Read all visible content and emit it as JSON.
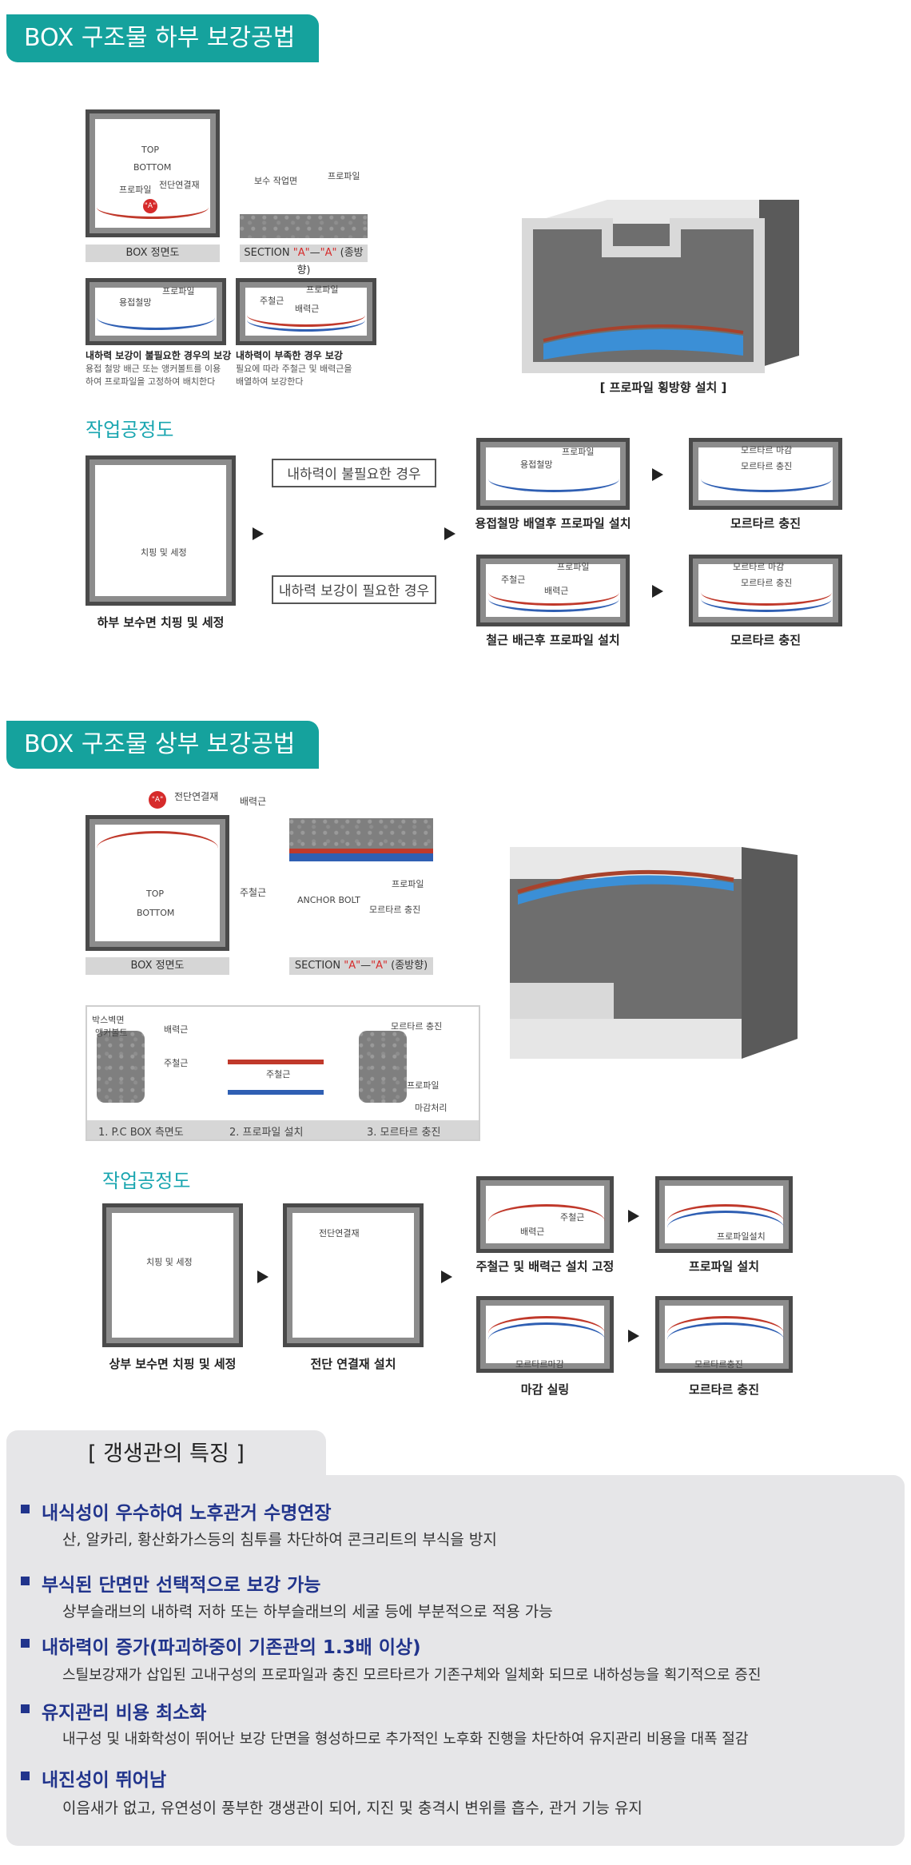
{
  "lower": {
    "title": "BOX 구조물 하부 보강공법",
    "front_label": "BOX 정면도",
    "front_top": "TOP",
    "front_bottom": "BOTTOM",
    "front_profile": "프로파일",
    "front_shear": "전단연결재",
    "marker_a": "\"A\"",
    "section_label_prefix": "SECTION",
    "section_label_suffix": "(종방향)",
    "section_repair": "보수 작업면",
    "section_profile": "프로파일",
    "case1_weld": "용접철망",
    "case1_profile": "프로파일",
    "case1_caption_title": "내하력 보강이 불필요한 경우의 보강",
    "case1_caption_l1": "용접 철망 배근 또는 앵커볼트를 이용",
    "case1_caption_l2": "하여 프로파일을 고정하여 배치한다",
    "case2_main": "주철근",
    "case2_dist": "배력근",
    "case2_profile": "프로파일",
    "case2_caption_title": "내하력이 부족한 경우 보강",
    "case2_caption_l1": "필요에 따라 주철근 및 배력근을",
    "case2_caption_l2": "배열하여 보강한다",
    "iso_caption": "[ 프로파일 횡방향 설치 ]",
    "process_title": "작업공정도",
    "step1_note": "치핑 및 세정",
    "step1_caption": "하부 보수면 치핑 및 세정",
    "case_a": "내하력이 불필요한 경우",
    "case_b": "내하력 보강이 필요한 경우",
    "a1_weld": "용접철망",
    "a1_profile": "프로파일",
    "a1_caption": "용접철망 배열후 프로파일 설치",
    "a2_finish": "모르타르 마감",
    "a2_fill": "모르타르 충진",
    "a2_caption": "모르타르 충진",
    "b1_main": "주철근",
    "b1_dist": "배력근",
    "b1_profile": "프로파일",
    "b1_caption": "철근 배근후 프로파일 설치",
    "b2_finish": "모르타르 마감",
    "b2_fill": "모르타르 충진",
    "b2_caption": "모르타르 충진"
  },
  "upper": {
    "title": "BOX 구조물 상부 보강공법",
    "front_label": "BOX 정면도",
    "front_top": "TOP",
    "front_bottom": "BOTTOM",
    "front_shear": "전단연결재",
    "front_dist": "배력근",
    "front_main": "주철근",
    "marker_a": "\"A\"",
    "section_label_prefix": "SECTION",
    "section_label_suffix": "(종방향)",
    "section_anchor": "ANCHOR BOLT",
    "section_profile": "프로파일",
    "section_fill": "모르타르 충진",
    "detail1_box": "박스벽면",
    "detail1_anchor": "앵커볼트",
    "detail1_dist": "배력근",
    "detail1_main": "주철근",
    "detail2_main": "주철근",
    "detail3_fill": "모르타르 충진",
    "detail3_profile": "프로파일",
    "detail3_finish": "마감처리",
    "detail_cap1": "1. P.C BOX 측면도",
    "detail_cap2": "2. 프로파일 설치",
    "detail_cap3": "3. 모르타르 충진",
    "process_title": "작업공정도",
    "s1_note": "치핑 및 세정",
    "s1_caption": "상부 보수면 치핑 및 세정",
    "s2_note": "전단연결재",
    "s2_caption": "전단 연결재 설치",
    "s3_main": "주철근",
    "s3_dist": "배력근",
    "s3_caption": "주철근 및 배력근 설치 고정",
    "s4_note": "프로파일설치",
    "s4_caption": "프로파일 설치",
    "s5_note": "모르타르마감",
    "s5_caption": "마감 실링",
    "s6_note": "모르타르충진",
    "s6_caption": "모르타르 충진"
  },
  "features": {
    "tab": "[ 갱생관의 특징 ]",
    "items": [
      {
        "title": "내식성이 우수하여 노후관거 수명연장",
        "desc": "산, 알카리, 황산화가스등의 침투를 차단하여 콘크리트의 부식을 방지"
      },
      {
        "title": "부식된 단면만 선택적으로 보강 가능",
        "desc": "상부슬래브의 내하력 저하 또는 하부슬래브의 세굴 등에 부분적으로 적용 가능"
      },
      {
        "title": "내하력이 증가(파괴하중이 기존관의 1.3배 이상)",
        "desc": "스틸보강재가 삽입된 고내구성의 프로파일과 충진 모르타르가 기존구체와 일체화 되므로 내하성능을 획기적으로 증진"
      },
      {
        "title": "유지관리 비용 최소화",
        "desc": "내구성 및 내화학성이 뛰어난 보강 단면을 형성하므로 추가적인 노후화 진행을 차단하여 유지관리 비용을 대폭 절감"
      },
      {
        "title": "내진성이 뛰어남",
        "desc": "이음새가 없고, 유연성이 풍부한 갱생관이 되어, 지진 및 충격시 변위를 흡수, 관거 기능 유지"
      }
    ]
  },
  "colors": {
    "header_teal": "#15a29d",
    "subhead_teal": "#1aa6b0",
    "feature_navy": "#21348c",
    "profile_blue": "#2f5fb3",
    "rebar_red": "#c0392b"
  }
}
